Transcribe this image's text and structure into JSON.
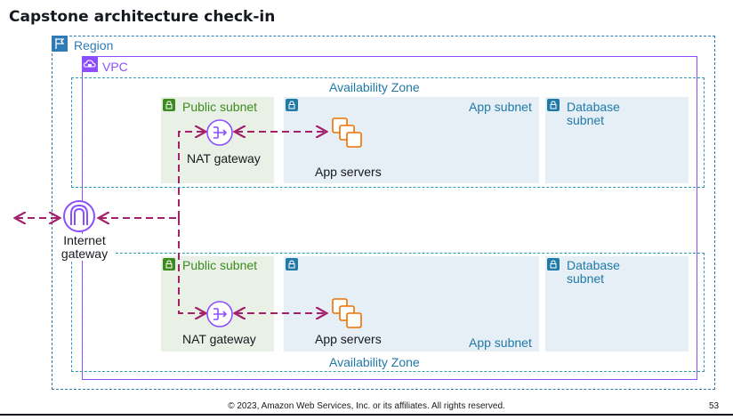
{
  "title": "Capstone architecture check-in",
  "region": {
    "label": "Region"
  },
  "vpc": {
    "label": "VPC"
  },
  "zones": [
    {
      "label": "Availability Zone",
      "public_subnet": "Public subnet",
      "nat": "NAT gateway",
      "app_subnet": "App subnet",
      "app_servers": "App servers",
      "db_subnet_line1": "Database",
      "db_subnet_line2": "subnet"
    },
    {
      "label": "Availability Zone",
      "public_subnet": "Public subnet",
      "nat": "NAT gateway",
      "app_subnet": "App subnet",
      "app_servers": "App servers",
      "db_subnet_line1": "Database",
      "db_subnet_line2": "subnet"
    }
  ],
  "igw": {
    "line1": "Internet",
    "line2": "gateway"
  },
  "footer": {
    "copyright": "© 2023, Amazon Web Services, Inc. or its affiliates. All rights reserved.",
    "page": "53"
  },
  "colors": {
    "region": "#2e7bb5",
    "vpc": "#8c4fff",
    "public": "#3c8b1e",
    "private": "#1f7aa8",
    "arrow": "#a4206a",
    "server": "#ed7100"
  }
}
